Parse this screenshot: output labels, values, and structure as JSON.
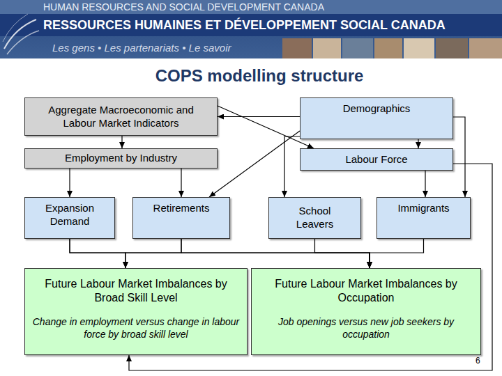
{
  "diagram": {
    "title": "COPS modelling structure",
    "nodes": [
      {
        "text": [
          "Aggregate Macroeconomic and Labour Market Indicators"
        ]
      },
      {
        "text": [
          "Demographics"
        ]
      },
      {
        "text": [
          "Employment by Industry"
        ]
      },
      {
        "text": [
          "Labour Force"
        ]
      },
      {
        "text": [
          "Expansion Demand"
        ]
      },
      {
        "text": [
          "Retirements"
        ]
      },
      {
        "text": [
          "School Leavers"
        ]
      },
      {
        "text": [
          "Immigrants"
        ]
      },
      {
        "text": [
          "Future Labour Market Imbalances by Broad Skill Level",
          "Change in employment versus change in labour force by broad skill level"
        ]
      },
      {
        "text": [
          "Future Labour Market Imbalances by Occupation",
          "Job openings versus new job seekers by occupation"
        ]
      }
    ],
    "edges": [
      {
        "from": 1,
        "to": 0,
        "arrow": "to"
      },
      {
        "from": 0,
        "to": 3,
        "arrow": "to"
      },
      {
        "from": 1,
        "to": 3,
        "arrow": "to"
      },
      {
        "from": 0,
        "to": 2,
        "arrow": "to"
      },
      {
        "from": 2,
        "to": 4,
        "arrow": "to"
      },
      {
        "from": 2,
        "to": 5,
        "arrow": "to"
      },
      {
        "from": 1,
        "to": 5,
        "arrow": "to"
      },
      {
        "from": 1,
        "to": 6,
        "arrow": "to"
      },
      {
        "from": 1,
        "to": 7,
        "arrow": "to"
      },
      {
        "from": 3,
        "to": 7,
        "arrow": "to"
      },
      {
        "from": 4,
        "to": 8,
        "arrow": "to"
      },
      {
        "from": 5,
        "to": 8,
        "arrow": "to"
      },
      {
        "from": 4,
        "to": 9,
        "arrow": "to"
      },
      {
        "from": 5,
        "to": 9,
        "arrow": "to"
      },
      {
        "from": 6,
        "to": 9,
        "arrow": "to"
      },
      {
        "from": 7,
        "to": 9,
        "arrow": "to"
      },
      {
        "from": 3,
        "to": 8,
        "arrow": "to"
      }
    ],
    "labels": [
      "HUMAN RESOURCES AND SOCIAL DEVELOPMENT CANADA",
      "RESSOURCES HUMAINES ET DÉVELOPPEMENT SOCIAL CANADA",
      "Les gens • Les partenariats • Le savoir",
      "6"
    ]
  }
}
